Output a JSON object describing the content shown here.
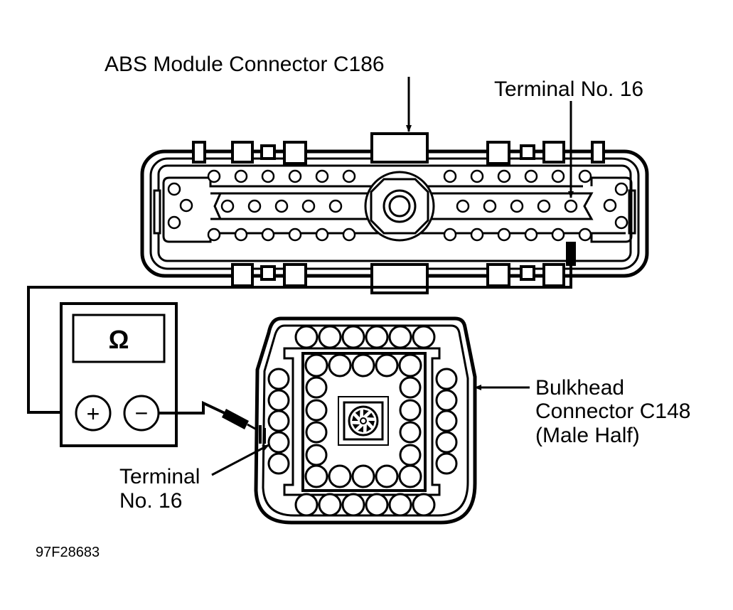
{
  "labels": {
    "abs_connector": "ABS Module Connector C186",
    "terminal_top": "Terminal No. 16",
    "bulkhead_line1": "Bulkhead",
    "bulkhead_line2": "Connector C148",
    "bulkhead_line3": "(Male Half)",
    "terminal_bottom_line1": "Terminal",
    "terminal_bottom_line2": "No. 16",
    "figure_id": "97F28683"
  },
  "meter": {
    "display_symbol": "Ω",
    "plus_symbol": "+",
    "minus_symbol": "−"
  },
  "colors": {
    "ink": "#000000",
    "paper": "#ffffff"
  }
}
